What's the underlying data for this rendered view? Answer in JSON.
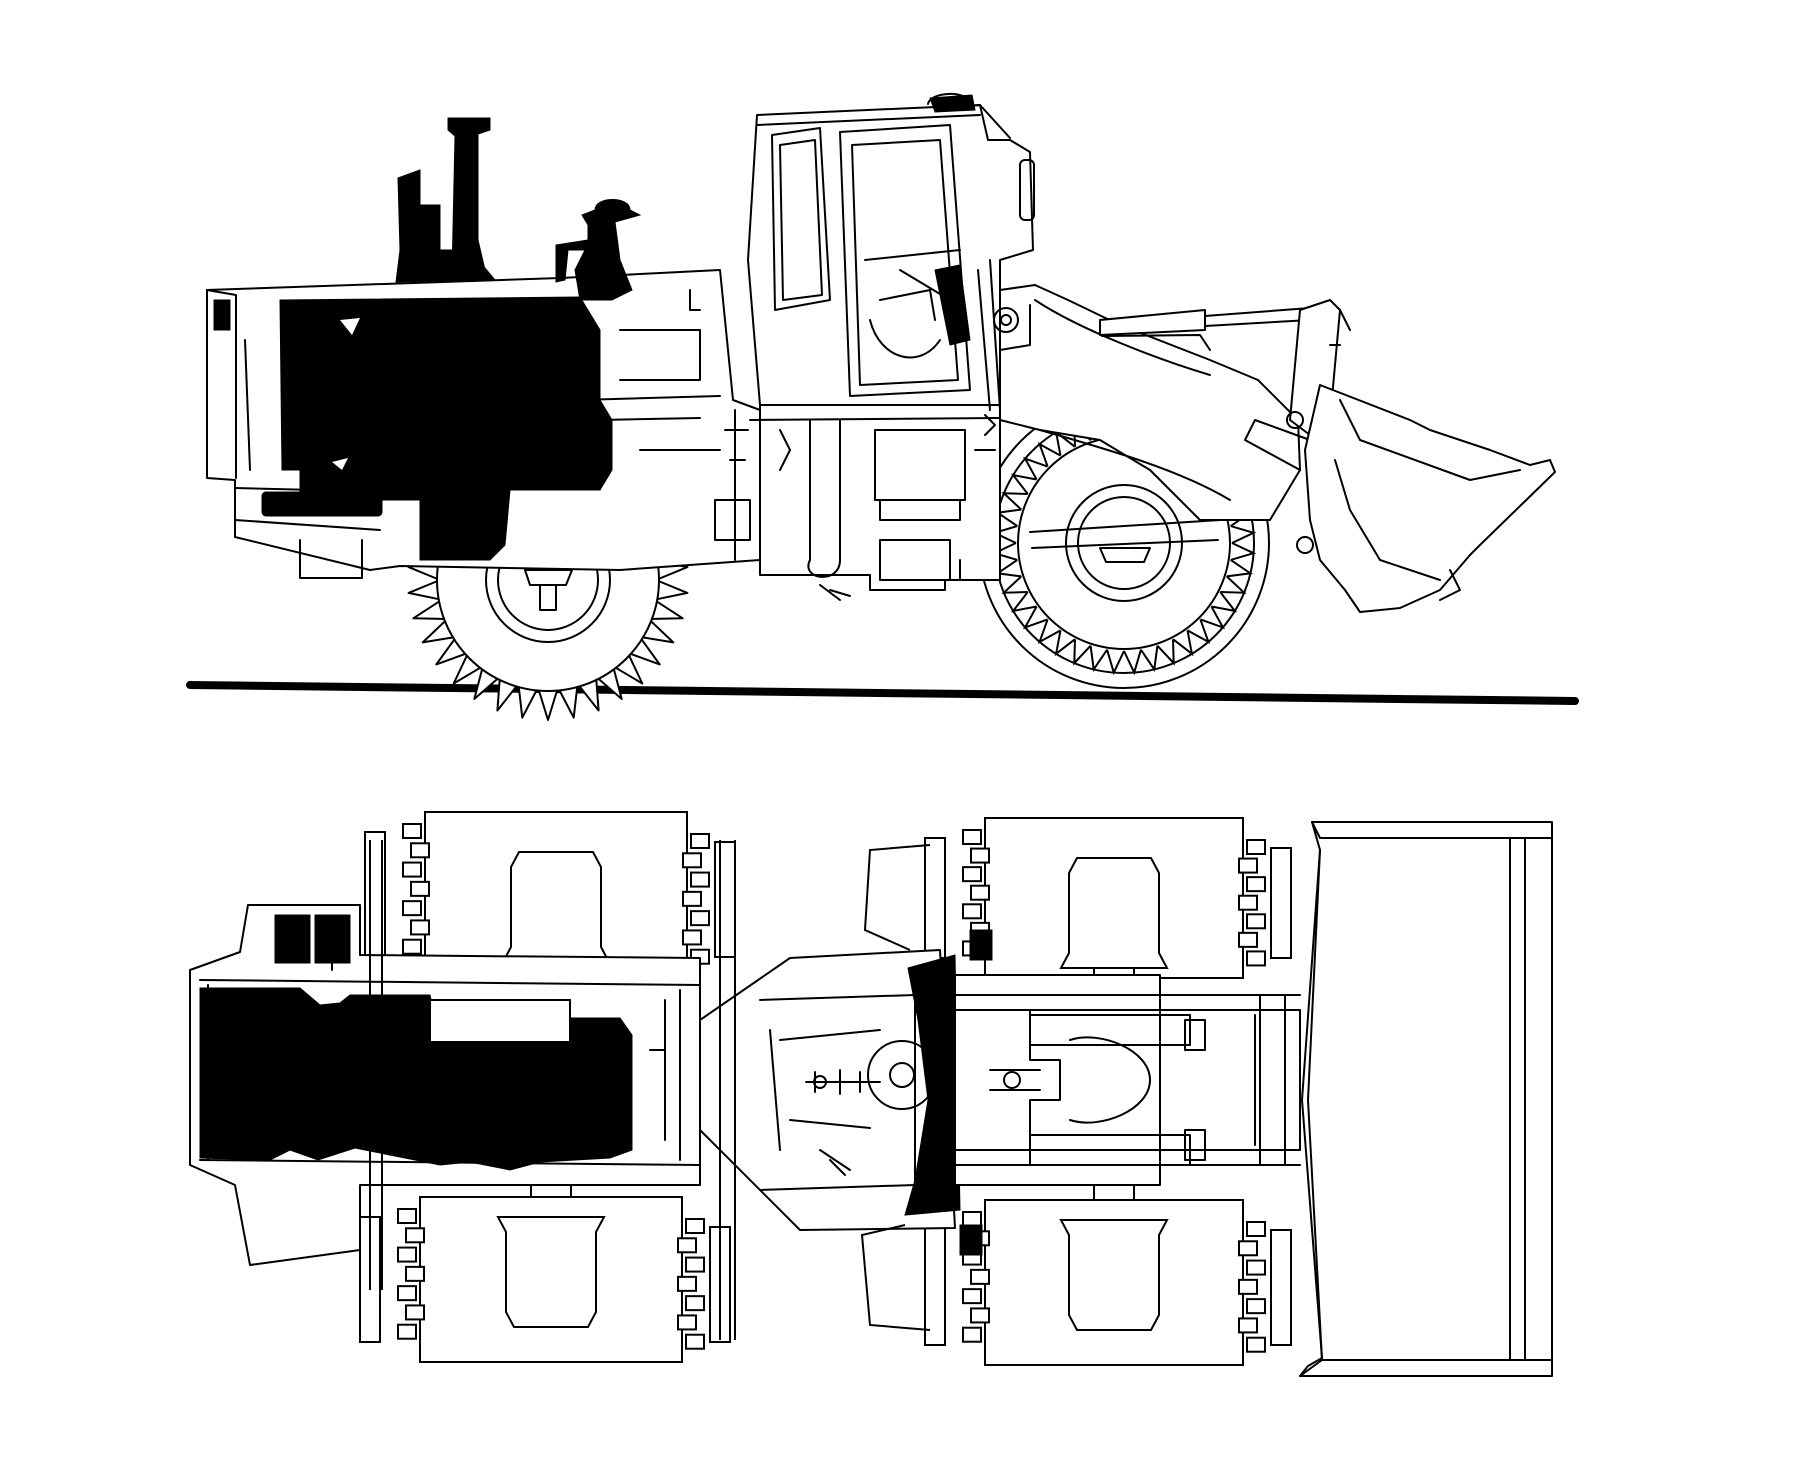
{
  "figure": {
    "views": [
      {
        "id": "side-elevation",
        "parts": [
          "exhaust-stack",
          "air-intake",
          "engine-block",
          "rear-hood",
          "cab",
          "lift-arm",
          "bucket",
          "rear-tire",
          "front-tire",
          "ground-line"
        ]
      },
      {
        "id": "top-plan",
        "parts": [
          "engine-block",
          "rear-frame",
          "articulation-joint",
          "steering-wheel",
          "front-frame",
          "bucket",
          "rear-left-tire",
          "rear-right-tire",
          "front-left-tire",
          "front-right-tire"
        ]
      }
    ],
    "colors": {
      "line": "#000000",
      "fill": "#000000",
      "background": "#ffffff"
    }
  }
}
